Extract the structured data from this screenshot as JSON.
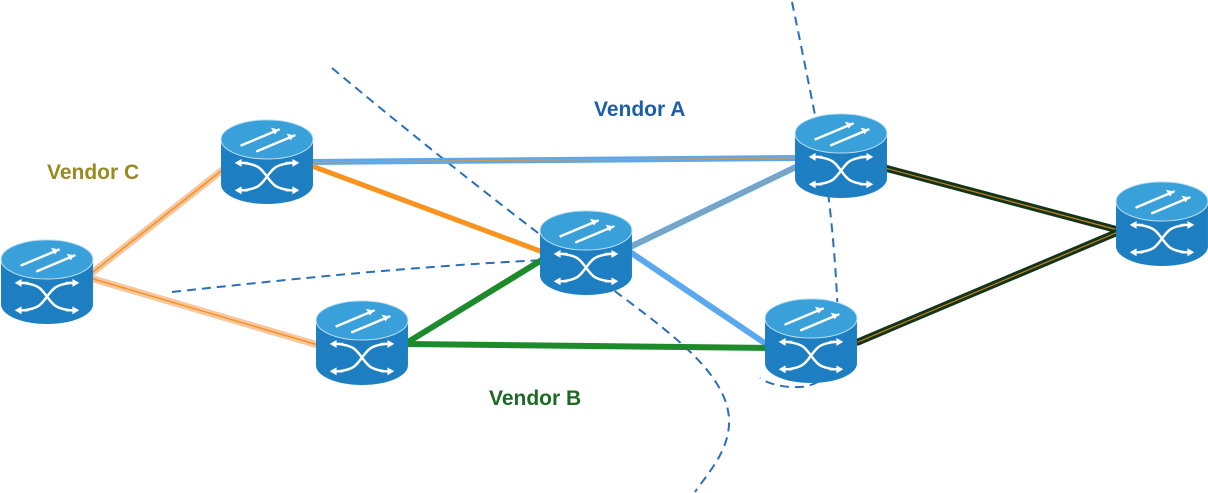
{
  "labels": {
    "vendor_a": "Vendor A",
    "vendor_b": "Vendor B",
    "vendor_c": "Vendor C"
  },
  "colors": {
    "vendor_a_text": "#1a5fa8",
    "vendor_b_text": "#1e6a25",
    "vendor_c_text": "#9a8a22",
    "router_top": "#3aa0da",
    "router_body": "#1d7fc2",
    "router_edge": "#0d4f86",
    "link_light_blue": "#5aa8ee",
    "link_orange": "#f7931e",
    "link_peach": "#f6c6a0",
    "link_green": "#1d8a2b",
    "link_dark_green": "#12351a",
    "boundary_dash": "#2a6fb8"
  },
  "icons": {
    "router": "optical-cross-connect-router-icon"
  }
}
